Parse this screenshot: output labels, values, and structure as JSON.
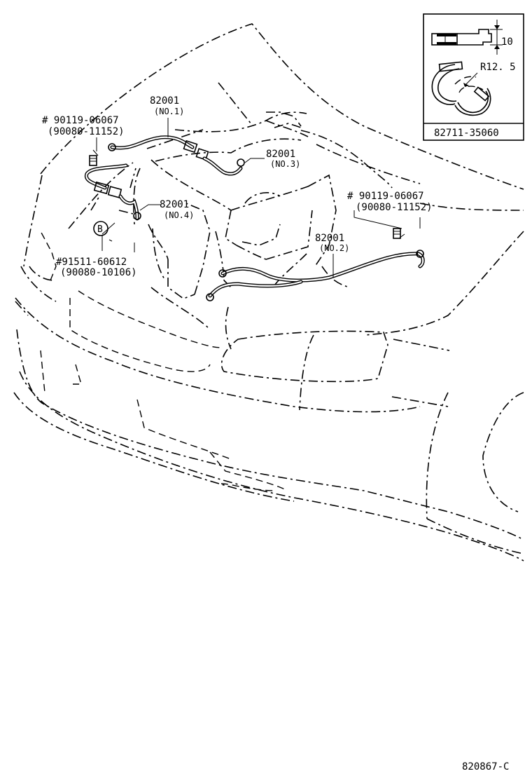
{
  "callouts": {
    "ground_strap_no1": {
      "part": "82001",
      "sub": "(NO.1)"
    },
    "ground_strap_no3": {
      "part": "82001",
      "sub": "(NO.3)"
    },
    "ground_strap_no4": {
      "part": "82001",
      "sub": "(NO.4)"
    },
    "ground_strap_no2": {
      "part": "82001",
      "sub": "(NO.2)"
    },
    "bolt_left": {
      "part": "# 90119-06067",
      "alt": "(90080-11152)"
    },
    "bolt_right": {
      "part": "# 90119-06067",
      "alt": "(90080-11152)"
    },
    "bolt_b": {
      "marker": "B",
      "part": "#91511-60612",
      "alt": "(90080-10106)"
    }
  },
  "inset": {
    "dimension_height": "10",
    "dimension_radius": "R12. 5",
    "part_number": "82711-35060"
  },
  "diagram_id": "820867-C"
}
